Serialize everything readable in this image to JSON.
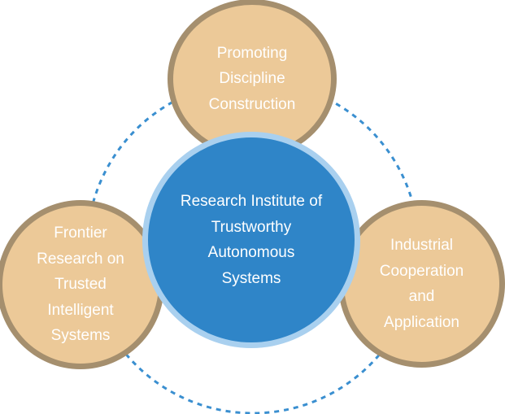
{
  "diagram": {
    "colors": {
      "outer_fill": "#ecc998",
      "outer_border": "#a58f6e",
      "center_fill": "#2f85c8",
      "center_border": "#a9d0ef",
      "connector": "#3a8fd0",
      "text": "#ffffff"
    },
    "center": {
      "lines": [
        "Research Institute of",
        "Trustworthy",
        "Autonomous",
        "Systems"
      ]
    },
    "top": {
      "lines": [
        "Promoting",
        "Discipline",
        "Construction"
      ]
    },
    "left": {
      "lines": [
        "Frontier",
        "Research on",
        "Trusted",
        "Intelligent",
        "Systems"
      ]
    },
    "right": {
      "lines": [
        "Industrial",
        "Cooperation",
        "and",
        "Application"
      ]
    }
  }
}
